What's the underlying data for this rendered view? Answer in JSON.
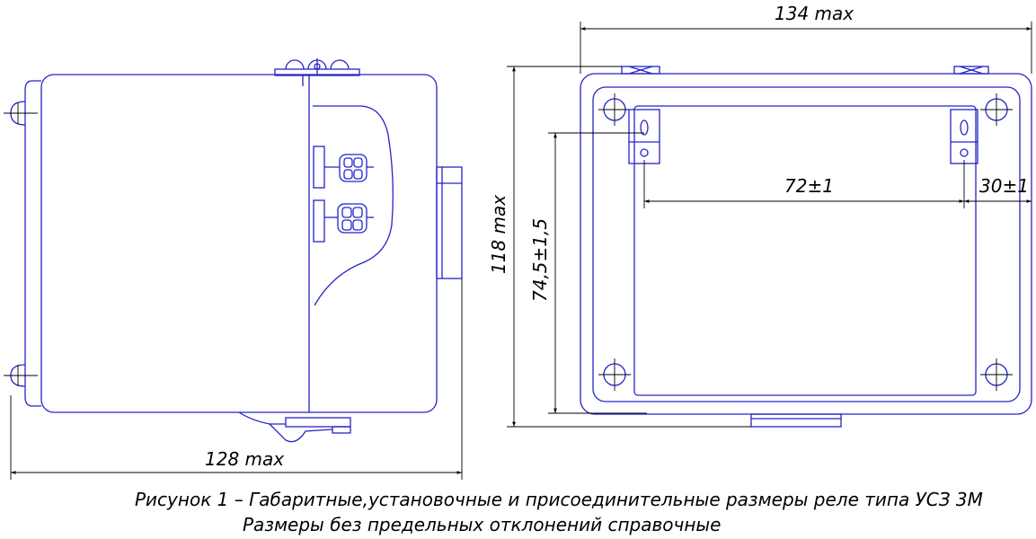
{
  "dimensions": {
    "width_left": "128 max",
    "width_right": "134 max",
    "height_total": "118 max",
    "height_holes": "74,5±1,5",
    "hole_spacing": "72±1",
    "hole_edge": "30±1"
  },
  "caption": {
    "line1": "Рисунок 1 – Габаритные,установочные и присоединительные  размеры реле типа УСЗ 3М",
    "line2": "Размеры без предельных отклонений справочные"
  }
}
